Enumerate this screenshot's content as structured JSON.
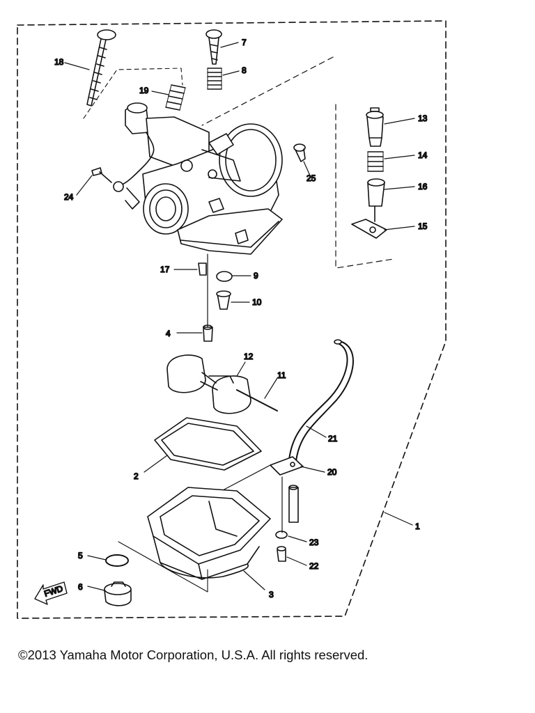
{
  "callouts": [
    "1",
    "2",
    "3",
    "4",
    "5",
    "6",
    "7",
    "8",
    "9",
    "10",
    "11",
    "12",
    "13",
    "14",
    "15",
    "16",
    "17",
    "18",
    "19",
    "20",
    "21",
    "22",
    "23",
    "24",
    "25"
  ],
  "fwd_label": "FWD",
  "footer": {
    "copyright": "©2013 Yamaha Motor Corporation, U.S.A. All rights reserved."
  }
}
